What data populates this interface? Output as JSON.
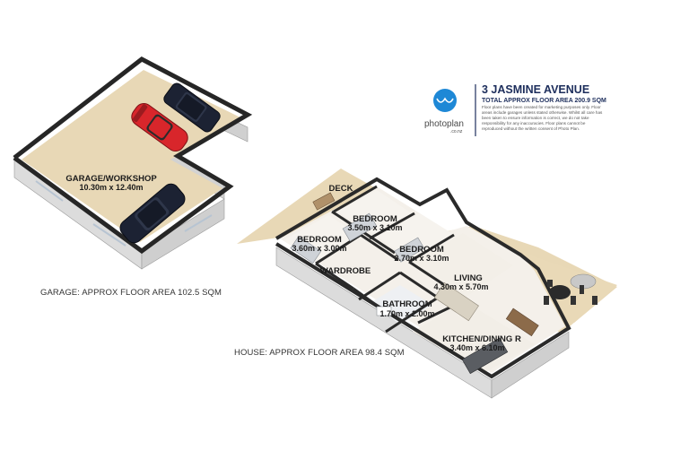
{
  "logo": {
    "title": "3 JASMINE AVENUE",
    "subtitle": "TOTAL APPROX FLOOR AREA 200.9 SQM",
    "disclaimer": [
      "Floor plans have been created for marketing purposes only. Floor",
      "areas include garages unless stated otherwise. Whilst all care has",
      "been taken to ensure information is correct, we do not take",
      "responsibility for any inaccuracies. Floor plans cannot be",
      "reproduced without the written consent of Photo Plan."
    ],
    "brand": "photoplan",
    "brand_domain": ".co.nz",
    "brand_color": "#1e88d6"
  },
  "garage": {
    "name": "GARAGE/WORKSHOP",
    "dims": "10.30m x 12.40m",
    "area_label": "GARAGE: APPROX FLOOR AREA 102.5 SQM"
  },
  "house": {
    "area_label": "HOUSE: APPROX FLOOR AREA 98.4 SQM",
    "rooms": {
      "deck": {
        "name": "DECK"
      },
      "bedroom1": {
        "name": "BEDROOM",
        "dims": "3.50m x 3.10m"
      },
      "bedroom2": {
        "name": "BEDROOM",
        "dims": "3.60m x 3.00m"
      },
      "bedroom3": {
        "name": "BEDROOM",
        "dims": "2.70m x 3.10m"
      },
      "wardrobe": {
        "name": "WARDROBE"
      },
      "living": {
        "name": "LIVING",
        "dims": "4.30m x 5.70m"
      },
      "bathroom": {
        "name": "BATHROOM",
        "dims": "1.70m x 2.00m"
      },
      "kitchen": {
        "name": "KITCHEN/DINING R",
        "dims": "3.40m x 6.10m"
      }
    }
  },
  "colors": {
    "floor": "#e8d8b6",
    "wall_top": "#262626",
    "wall_side": "#d9d9d9",
    "car_red": "#d8262b",
    "car_dark": "#1c2233"
  }
}
